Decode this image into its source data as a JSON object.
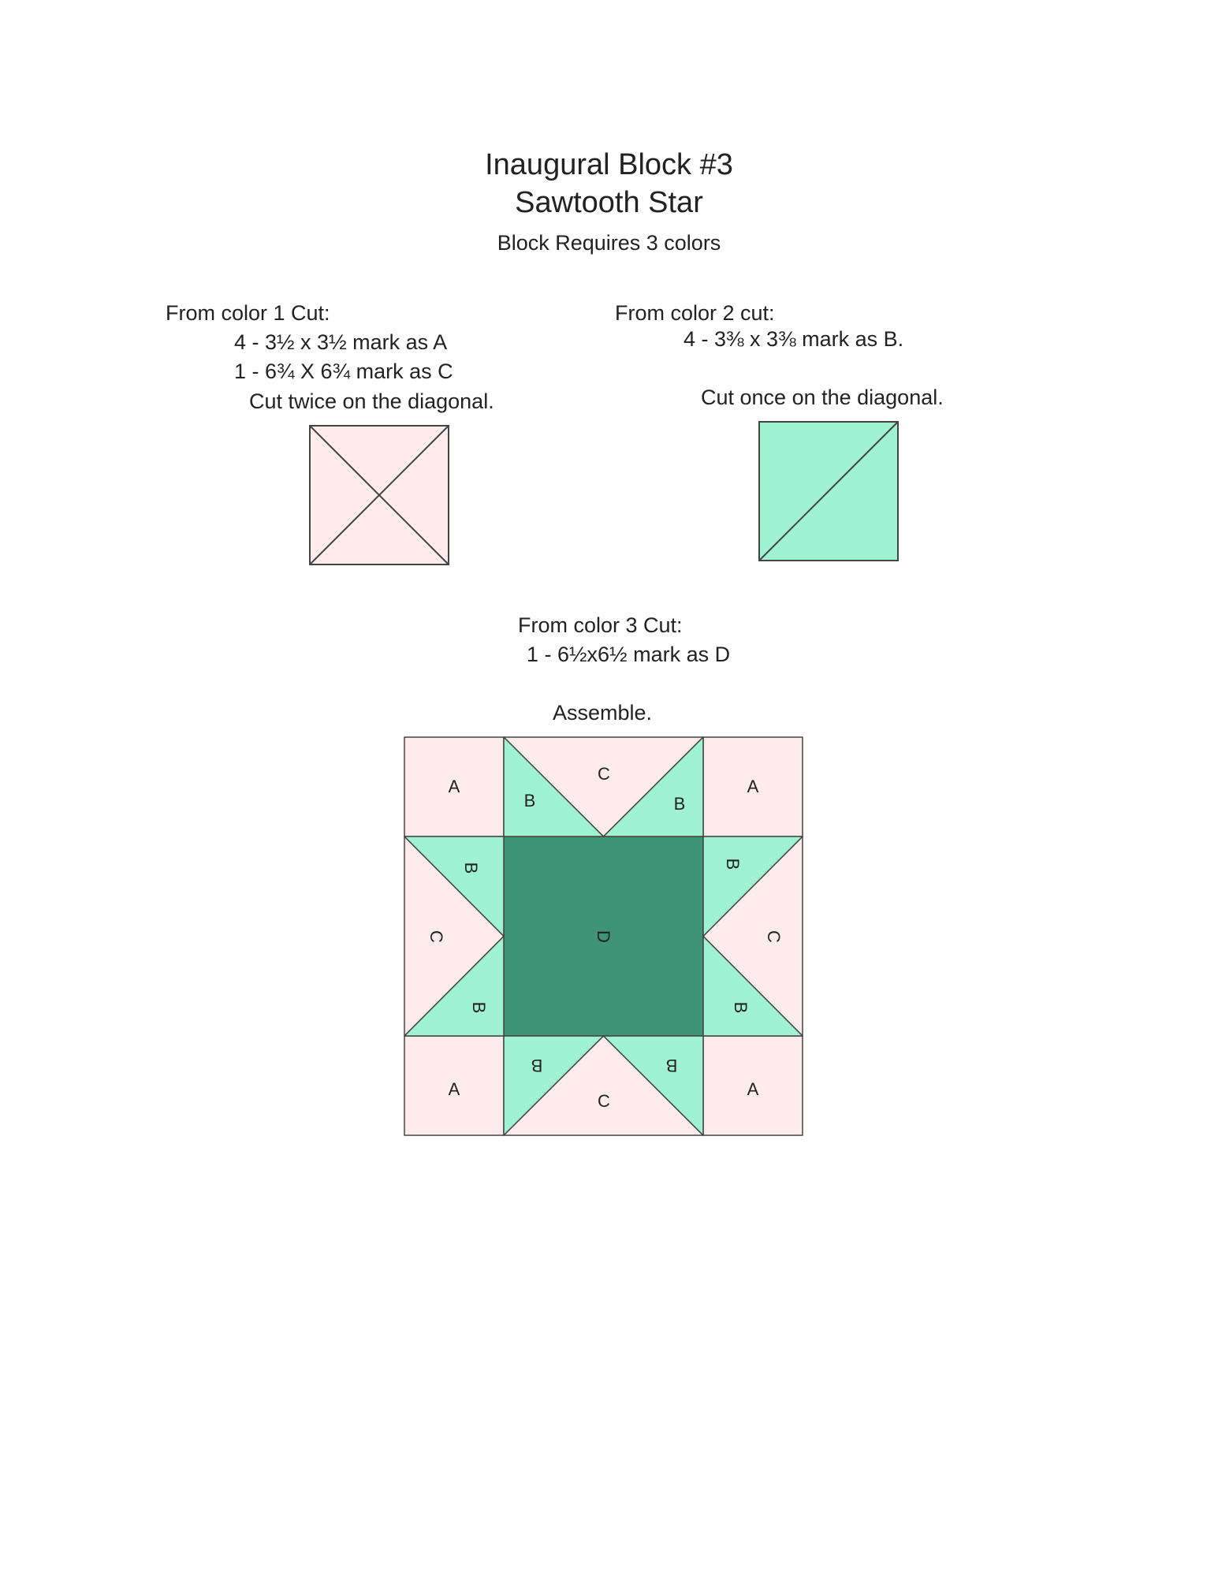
{
  "header": {
    "title": "Inaugural Block #3",
    "subtitle": "Sawtooth Star",
    "requirement": "Block Requires 3 colors"
  },
  "color1": {
    "heading": "From color 1 Cut:",
    "line1": "4 - 3½ x 3½ mark as A",
    "line2": "1 - 6¾ X 6¾ mark as C",
    "instruction": "Cut twice on the diagonal."
  },
  "color2": {
    "heading": "From color 2 cut:",
    "line1": "4 - 3⅜ x 3⅜ mark as B.",
    "instruction": "Cut once on the diagonal."
  },
  "color3": {
    "heading": "From color 3 Cut:",
    "line1": "1 - 6½x6½ mark as D"
  },
  "assemble": {
    "label": "Assemble.",
    "labels": {
      "A": "A",
      "B": "B",
      "C": "C",
      "D": "D"
    }
  },
  "colors": {
    "pink": "#fdeceb",
    "mint": "#9ff2d2",
    "green": "#3f9377",
    "line": "#444444"
  }
}
